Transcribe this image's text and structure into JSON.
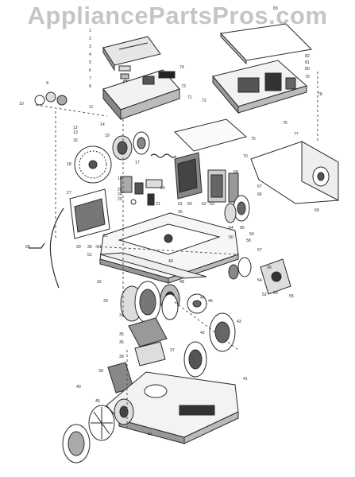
{
  "watermark": "AppliancePartsPros.com",
  "colors": {
    "ink": "#2a2a2a",
    "shade": "#6a6a6a",
    "paper": "#ffffff",
    "watermark": "#969696"
  },
  "callouts": {
    "c1": "1",
    "c2": "2",
    "c3": "3",
    "c4": "4",
    "c5": "5",
    "c6": "6",
    "c7": "7",
    "c8": "8",
    "c9": "9",
    "c10": "10",
    "c11": "11",
    "c12": "12",
    "c13": "13",
    "c14": "14",
    "c15": "15",
    "c16": "16",
    "c17": "17",
    "c18": "18",
    "c19": "19",
    "c20": "20",
    "c21": "21",
    "c22": "22",
    "c23": "23",
    "c24": "24",
    "c25": "25",
    "c26": "26",
    "c27": "27",
    "c28": "28",
    "c29": "29",
    "c30": "30",
    "c31": "31",
    "c32": "32",
    "c33": "33",
    "c34": "34",
    "c35": "35",
    "c36": "36",
    "c37": "37",
    "c38": "38",
    "c39": "39",
    "c40": "40",
    "c41": "41",
    "c42": "42",
    "c43": "43",
    "c44": "44",
    "c45": "45",
    "c46": "46",
    "c47": "47",
    "c48": "48",
    "c49": "49",
    "c50": "50",
    "c51": "51",
    "c52": "52",
    "c53": "53",
    "c54": "54",
    "c55": "55",
    "c56": "56",
    "c57": "57",
    "c58": "58",
    "c59": "59",
    "c60": "60",
    "c61": "61",
    "c62": "62",
    "c63": "63",
    "c64": "64",
    "c65": "65",
    "c66": "66",
    "c67": "67",
    "c68": "68",
    "c69": "69",
    "c70": "70",
    "c71": "71",
    "c72": "72",
    "c73": "73",
    "c74": "74",
    "c75": "75",
    "c76": "76",
    "c77": "77",
    "c78": "78",
    "c79": "79",
    "c80": "80",
    "c81": "81",
    "c82": "82",
    "c83": "83"
  }
}
